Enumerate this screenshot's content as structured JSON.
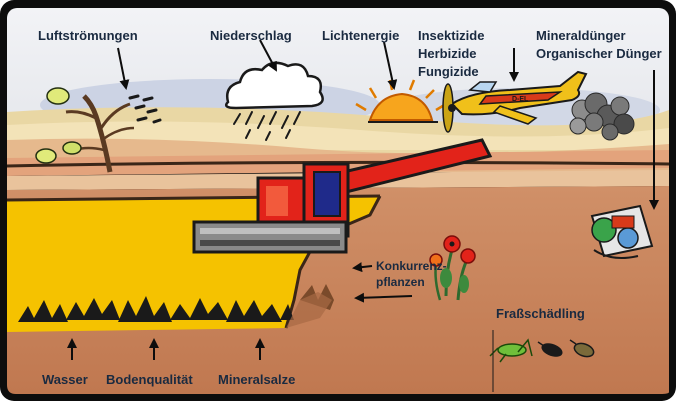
{
  "labels": {
    "luftstroemungen": "Luftströmungen",
    "niederschlag": "Niederschlag",
    "lichtenergie": "Lichtenergie",
    "pesticides": [
      "Insektizide",
      "Herbizide",
      "Fungizide"
    ],
    "fertilizer": [
      "Mineraldünger",
      "Organischer Dünger"
    ],
    "konkurrenz": [
      "Konkurrenz-",
      "pflanzen"
    ],
    "frassschaedling": "Fraßschädling",
    "wasser": "Wasser",
    "bodenqualitaet": "Bodenqualität",
    "mineralsalze": "Mineralsalze"
  },
  "plane": {
    "registration": "D-EL"
  },
  "colors": {
    "frame": "#0d0d0d",
    "sky": "#e8eaef",
    "field": "#f5c200",
    "soil": "#c9805a",
    "combine_red": "#e2231a",
    "combine_blue": "#1f2a8a",
    "label_text": "#1a2a40",
    "plane_yellow": "#f0c01a",
    "sun": "#f7a51d"
  },
  "icons": [
    "tree-icon",
    "cloud-rain-icon",
    "sun-icon",
    "airplane-icon",
    "smoke-icon",
    "fertilizer-bag-icon",
    "poppy-icon",
    "grasshopper-icon",
    "beetle-icon",
    "weevil-icon",
    "combine-harvester-icon",
    "crop-stubble-icon"
  ]
}
